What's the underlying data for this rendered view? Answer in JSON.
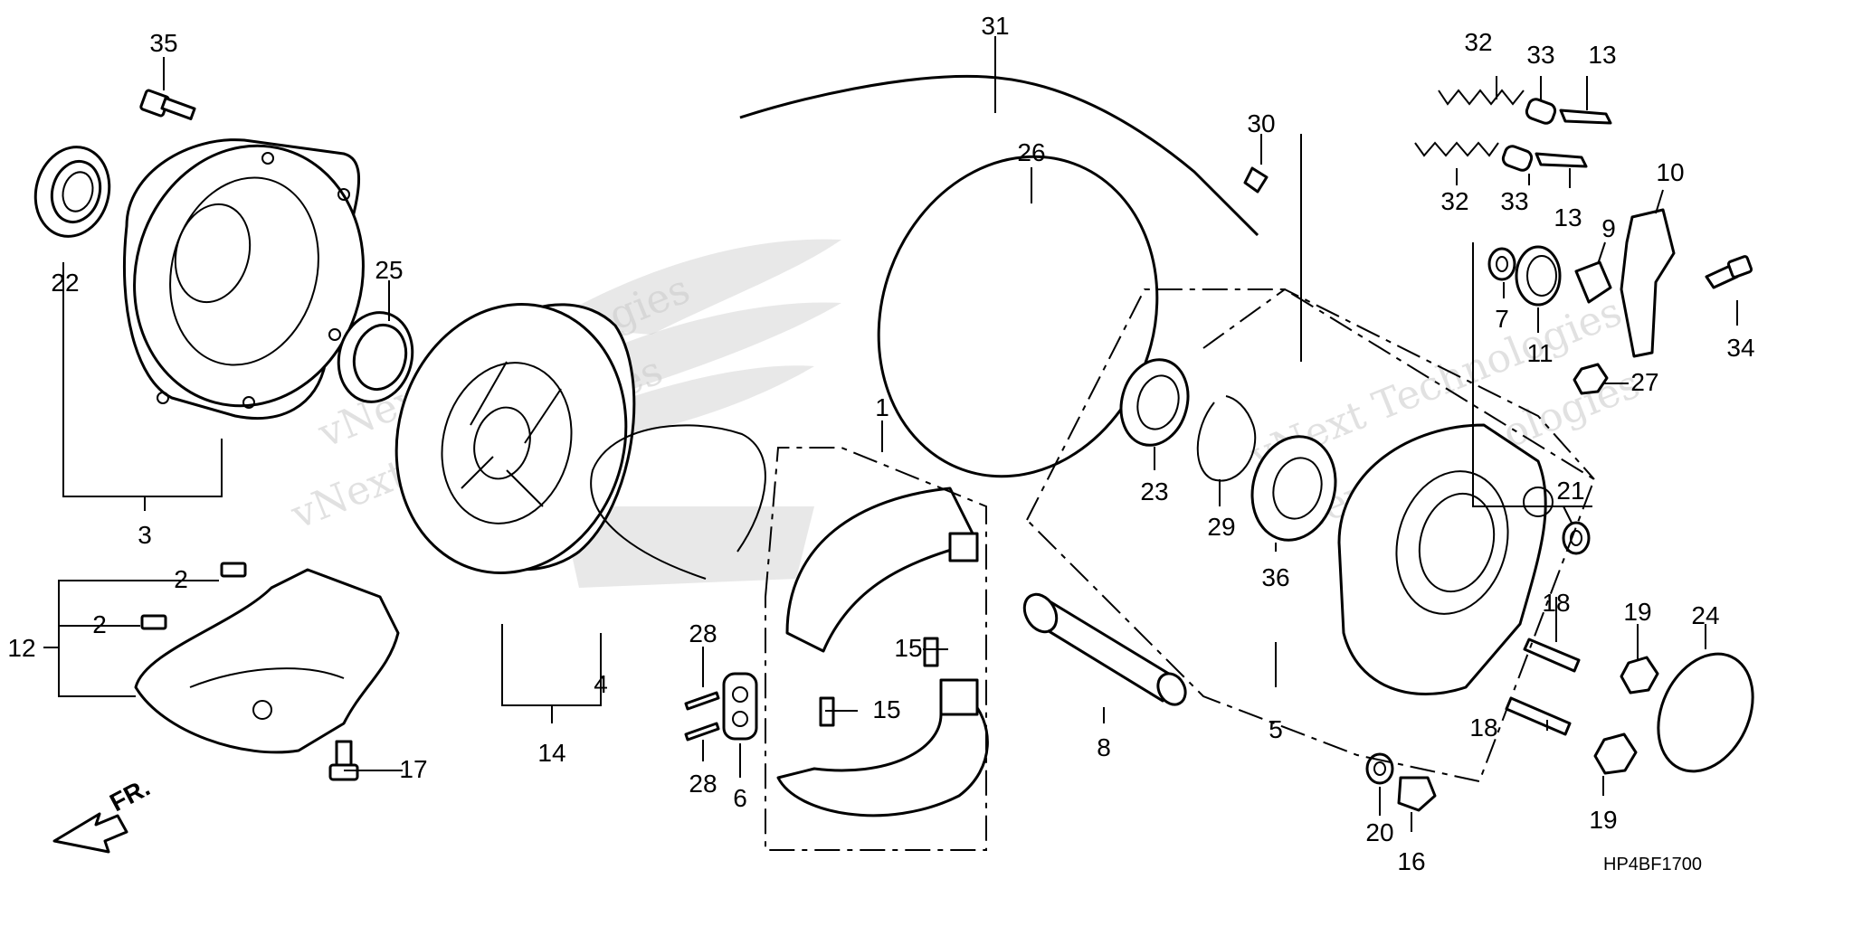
{
  "diagram": {
    "code": "HP4BF1700",
    "watermark": "vNext Technologies",
    "direction_label": "FR."
  },
  "callouts": {
    "c1": "1",
    "c2a": "2",
    "c2b": "2",
    "c3": "3",
    "c4": "4",
    "c5": "5",
    "c6": "6",
    "c7": "7",
    "c8": "8",
    "c9": "9",
    "c10": "10",
    "c11": "11",
    "c12": "12",
    "c13a": "13",
    "c13b": "13",
    "c14": "14",
    "c15a": "15",
    "c15b": "15",
    "c16": "16",
    "c17": "17",
    "c18a": "18",
    "c18b": "18",
    "c19a": "19",
    "c19b": "19",
    "c20": "20",
    "c21": "21",
    "c22": "22",
    "c23": "23",
    "c24": "24",
    "c25": "25",
    "c26": "26",
    "c27": "27",
    "c28a": "28",
    "c28b": "28",
    "c29": "29",
    "c30": "30",
    "c31": "31",
    "c32a": "32",
    "c32b": "32",
    "c33a": "33",
    "c33b": "33",
    "c34": "34",
    "c35": "35",
    "c36": "36"
  },
  "colors": {
    "line": "#000000",
    "background": "#ffffff",
    "watermark": "#c8c8c8"
  }
}
